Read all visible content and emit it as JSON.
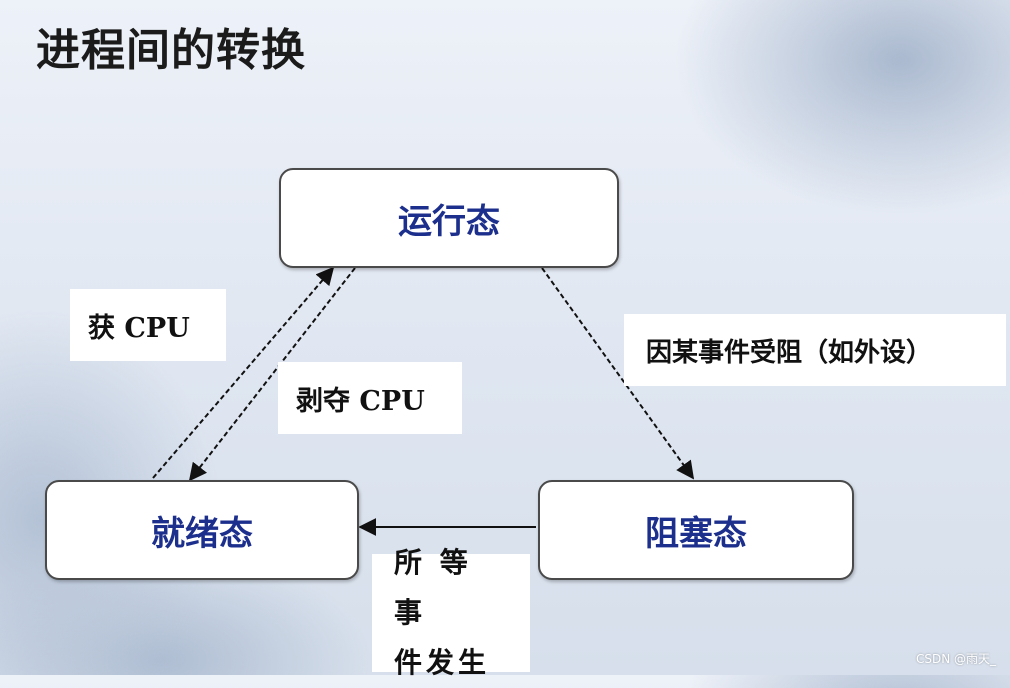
{
  "title": "进程间的转换",
  "states": {
    "running": "运行态",
    "ready": "就绪态",
    "blocked": "阻塞态"
  },
  "transitions": {
    "get_cpu": "获 CPU",
    "preempt_cpu": "剥夺 CPU",
    "blocked_by_event": "因某事件受阻（如外设）",
    "event_line1": "所 等 事",
    "event_line2": "件发生"
  },
  "watermark": "CSDN @雨天_"
}
